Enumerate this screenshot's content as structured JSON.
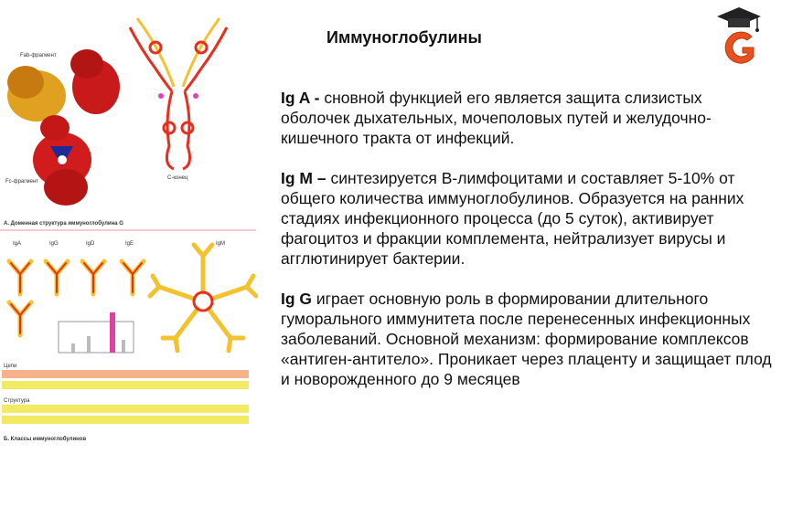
{
  "slide": {
    "title": "Иммуноглобулины",
    "logo_letter": "G"
  },
  "colors": {
    "logo_orange": "#e8501e",
    "protein_red": "#d81e1e",
    "chain_yellow": "#f2c230",
    "table_orange": "#f5b28c",
    "table_yellow": "#f3ea63"
  },
  "figure": {
    "caption_a": "А. Доменная структура иммуноглобулина G",
    "caption_b": "Б. Классы иммуноглобулинов",
    "fab_label": "Fab-фрагмент",
    "fc_label": "Fc-фрагмент",
    "c_terminus": "С-конец",
    "class_labels": [
      "IgA",
      "IgG",
      "IgD",
      "IgE",
      "IgM"
    ],
    "table_header": "Цепи",
    "table_header2": "Структура"
  },
  "paragraphs": [
    {
      "term": "Ig A - ",
      "text": "сновной функцией его является защита слизистых оболочек дыхательных, мочеполовых путей и желудочно-кишечного тракта от инфекций."
    },
    {
      "term": "Ig M – ",
      "text": "синтезируется В-лимфоцитами и составляет 5-10% от общего количества иммуноглобулинов. Образуется на ранних стадиях инфекционного процесса (до 5 суток), активирует фагоцитоз и фракции комплемента, нейтрализует вирусы и агглютинирует бактерии."
    },
    {
      "term": "Ig G ",
      "text": "играет основную роль в формировании длительного гуморального иммунитета после перенесенных инфекционных заболеваний. Основной механизм: формирование комплексов «антиген-антитело». Проникает через плаценту и защищает плод и новорожденного до 9 месяцев"
    }
  ]
}
